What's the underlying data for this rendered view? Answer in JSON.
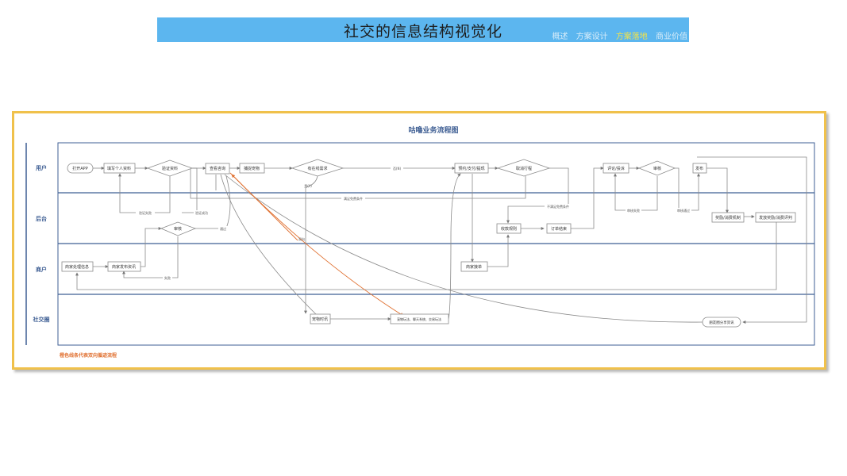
{
  "banner": {
    "title": "社交的信息结构视觉化",
    "nav": [
      {
        "label": "概述",
        "active": false
      },
      {
        "label": "方案设计",
        "active": false
      },
      {
        "label": "方案落地",
        "active": true
      },
      {
        "label": "商业价值",
        "active": false
      }
    ],
    "color": "#5cb6ef",
    "active_color": "#f2e24a"
  },
  "diagram": {
    "title": "咕噜业务流程图",
    "legend_note": "橙色线条代表双向循迹流程",
    "frame_color": "#f0c14b",
    "lane_color": "#3f5f94",
    "highlight_color": "#e07030",
    "lanes": [
      "用户",
      "后台",
      "商户",
      "社交圈"
    ],
    "nodes": {
      "open_app": "打开APP",
      "fill_profile": "填写个人资料",
      "verify_profile": "验证资料",
      "view_info": "查看咨询",
      "catch_pet": "捕捉宠物",
      "has_demand": "有在线需求",
      "book_pay": "预约/支付/提现",
      "cancel_trip": "取消行程",
      "review": "评论/投诉",
      "audit_user": "审核",
      "publish": "发布",
      "audit_backend": "审核",
      "collect_rules": "收款规则",
      "order_end": "订单结束",
      "reward_mech": "奖励/消费机制",
      "issue_reward": "发放奖励/消费评判",
      "merchant_info": "商家处理信息",
      "merchant_publish": "商家发布资讯",
      "merchant_order": "商家接单",
      "pet_moment": "宠物时讯",
      "social_channels": "宠物玩法、聊天系统、交易玩法",
      "share_moments": "朋友圈分享资讯"
    },
    "edge_labels": {
      "verify_fail": "验证失败",
      "verify_ok": "验证成功",
      "passed": "通过",
      "failed": "失败",
      "no": "否(N)",
      "yes": "是(Y)",
      "meet_free": "满足免费条件",
      "not_meet_free": "不满足免费条件",
      "audit_fail": "审核失败",
      "audit_pass": "审核通过",
      "two_way": "双向"
    }
  }
}
